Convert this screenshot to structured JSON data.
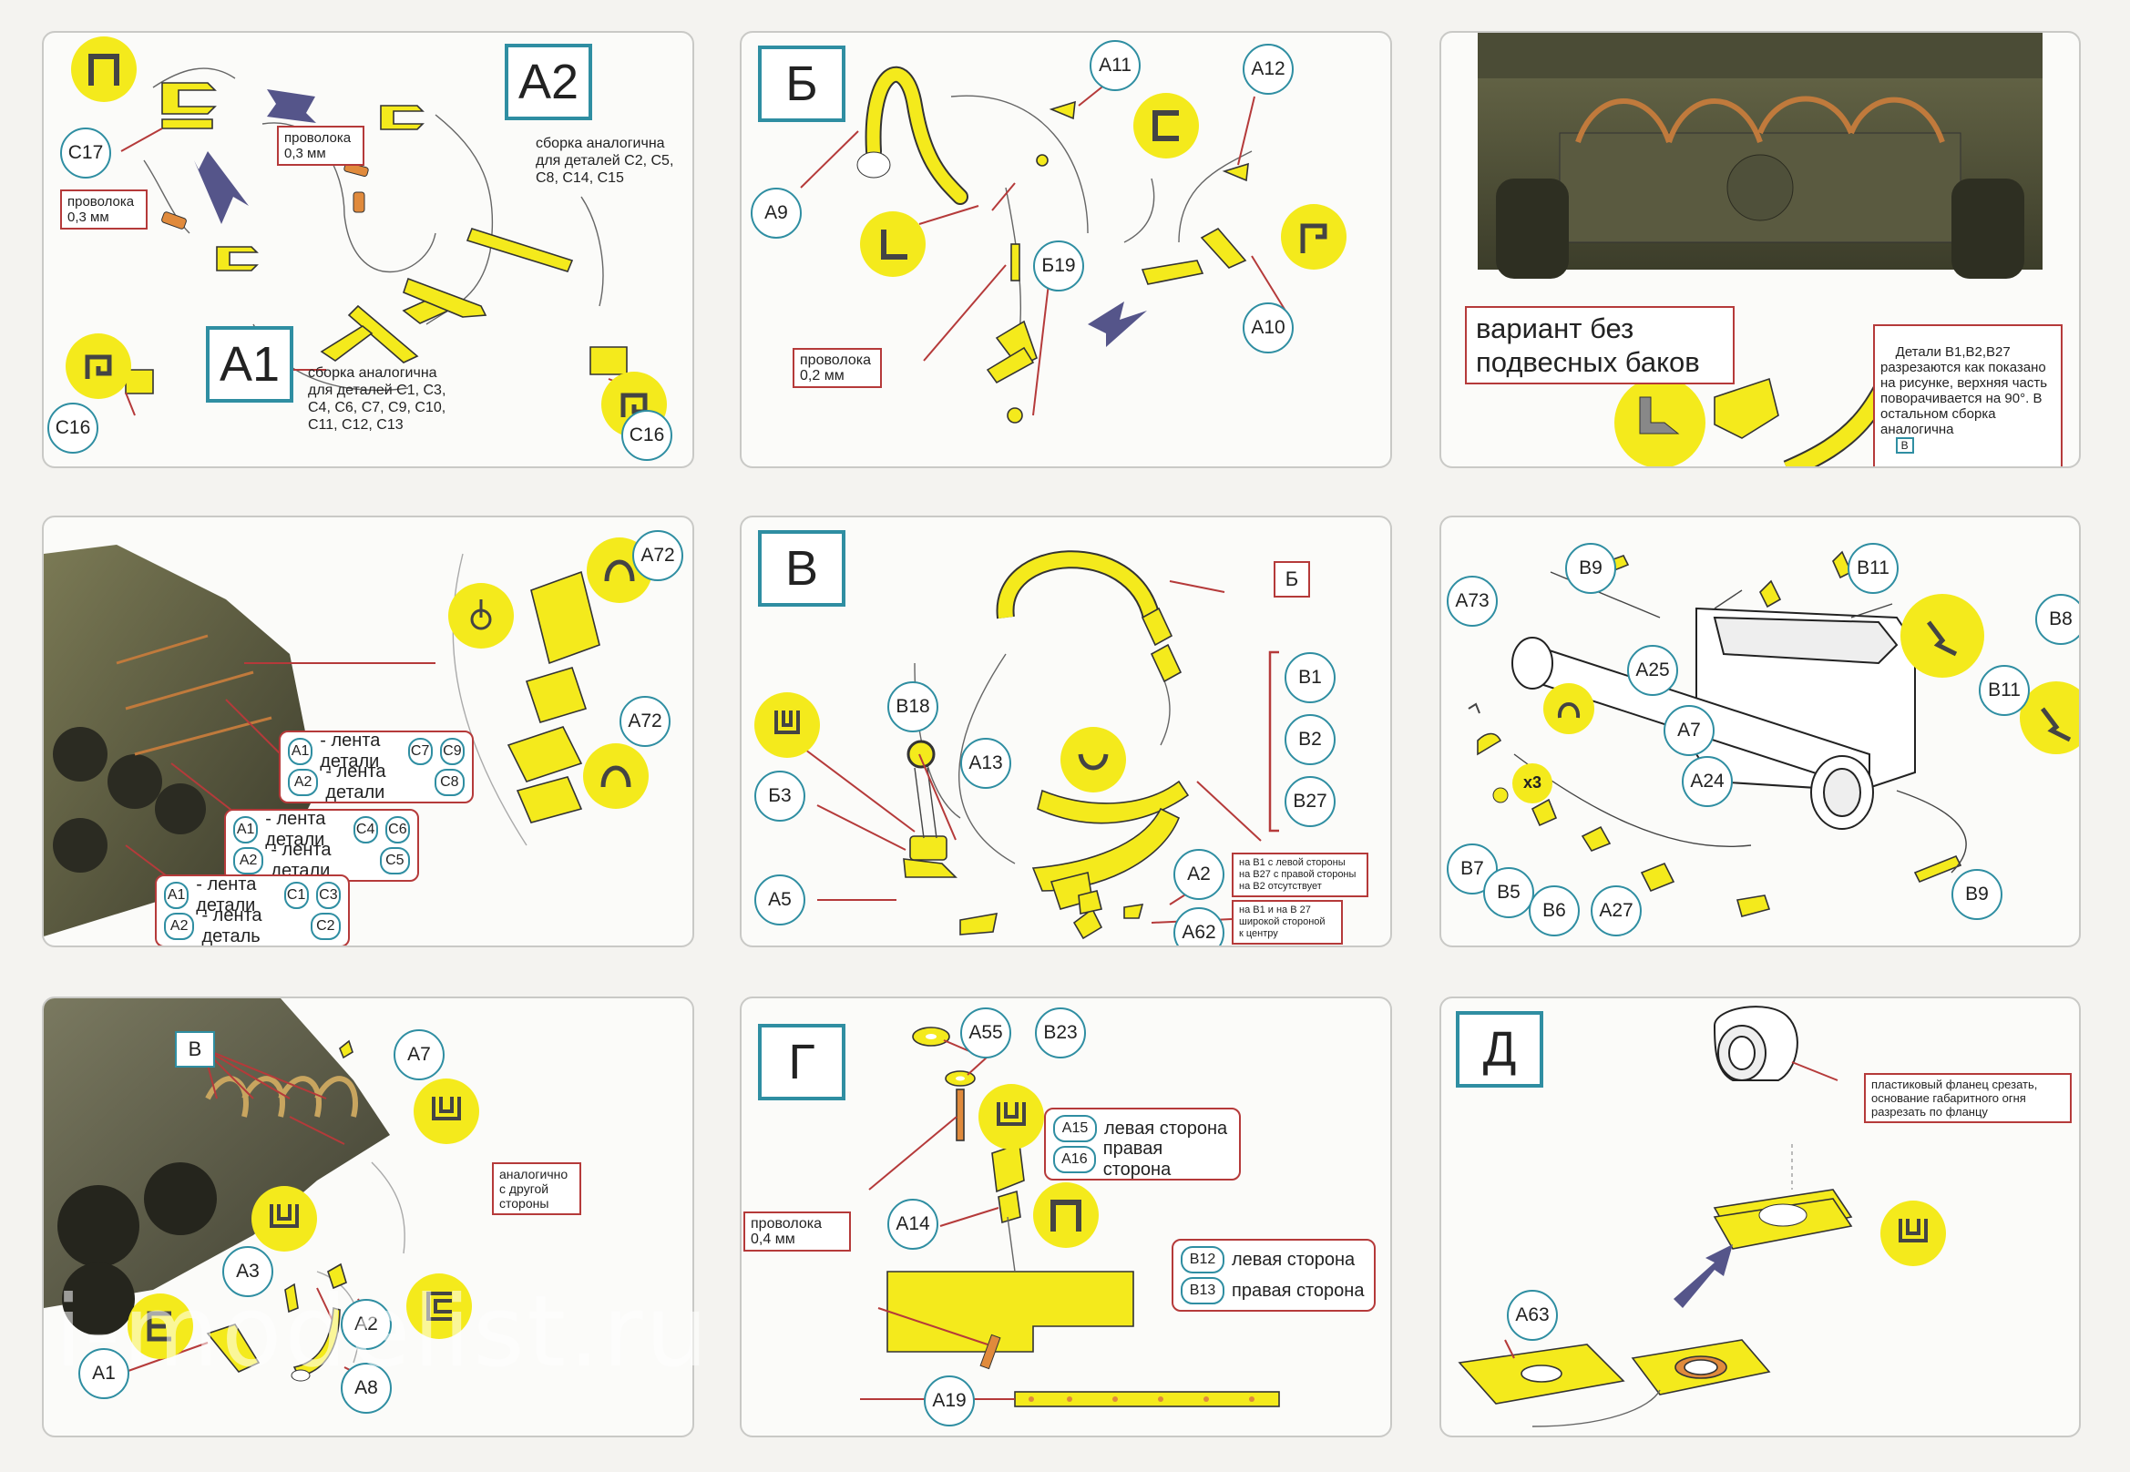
{
  "p1": {
    "step_a2": "A2",
    "step_a1": "A1",
    "c17": "C17",
    "c16a": "C16",
    "c16b": "C16",
    "wire1": "проволока\n0,3 мм",
    "wire2": "проволока\n0,3 мм",
    "note_a2": "сборка аналогична\nдля деталей C2, C5,\nC8, C14, C15",
    "note_a1": "сборка аналогична\nдля деталей C1, C3,\nC4, C6, C7, C9, C10,\nC11, C12, C13"
  },
  "p2": {
    "step": "Б",
    "a11": "A11",
    "a12": "A12",
    "a9": "A9",
    "b19": "Б19",
    "a10": "A10",
    "wire": "проволока\n0,2 мм"
  },
  "p3": {
    "variant": "вариант без\nподвесных баков",
    "note": "Детали B1,B2,B27\nразрезаются как показано\nна рисунке, верхняя часть\nповорачивается на 90°. В\nостальном сборка\nаналогична",
    "note_ref": "B"
  },
  "p4": {
    "a72a": "A72",
    "a72b": "A72",
    "rows": [
      {
        "part": "A1",
        "text": "- лента детали",
        "refs": [
          "C7",
          "C9"
        ]
      },
      {
        "part": "A2",
        "text": "- лента детали",
        "refs": [
          "C8"
        ]
      },
      {
        "part": "A1",
        "text": "- лента детали",
        "refs": [
          "C4",
          "C6"
        ]
      },
      {
        "part": "A2",
        "text": "- лента детали",
        "refs": [
          "C5"
        ]
      },
      {
        "part": "A1",
        "text": "- лента детали",
        "refs": [
          "C1",
          "C3"
        ]
      },
      {
        "part": "A2",
        "text": "- лента деталь",
        "refs": [
          "C2"
        ]
      }
    ]
  },
  "p5": {
    "step": "B",
    "b_ref": "Б",
    "b18": "B18",
    "b3": "Б3",
    "a5": "A5",
    "a13": "A13",
    "b1": "B1",
    "b2": "B2",
    "b27": "B27",
    "a2": "A2",
    "a62": "A62",
    "note1": "на B1 с левой стороны\nна B27 с правой стороны\nна B2 отсутствует",
    "note2": "на B1 и на B 27\nширокой стороной\nк центру"
  },
  "p6": {
    "b9a": "B9",
    "b11a": "B11",
    "b8": "B8",
    "a73": "A73",
    "a25": "A25",
    "a7": "A7",
    "a24": "A24",
    "b11b": "B11",
    "b7": "B7",
    "b5": "B5",
    "b6": "B6",
    "a27": "A27",
    "b9b": "B9",
    "x3": "x3"
  },
  "p7": {
    "ref": "B",
    "a7": "A7",
    "a3": "A3",
    "a2": "A2",
    "a1": "A1",
    "a8": "A8",
    "note": "аналогично\nс другой\nстороны"
  },
  "p8": {
    "step": "Г",
    "a55": "A55",
    "b23": "B23",
    "a14": "A14",
    "a19": "A19",
    "wire": "проволока\n0,4 мм",
    "legend1": [
      {
        "part": "A15",
        "text": "левая сторона"
      },
      {
        "part": "A16",
        "text": "правая сторона"
      }
    ],
    "legend2": [
      {
        "part": "B12",
        "text": "левая сторона"
      },
      {
        "part": "B13",
        "text": "правая сторона"
      }
    ]
  },
  "p9": {
    "step": "Д",
    "a63": "A63",
    "note": "пластиковый фланец срезать,\nоснование габаритного огня\nразрезать по фланцу"
  },
  "watermark": "i-modelist.ru"
}
